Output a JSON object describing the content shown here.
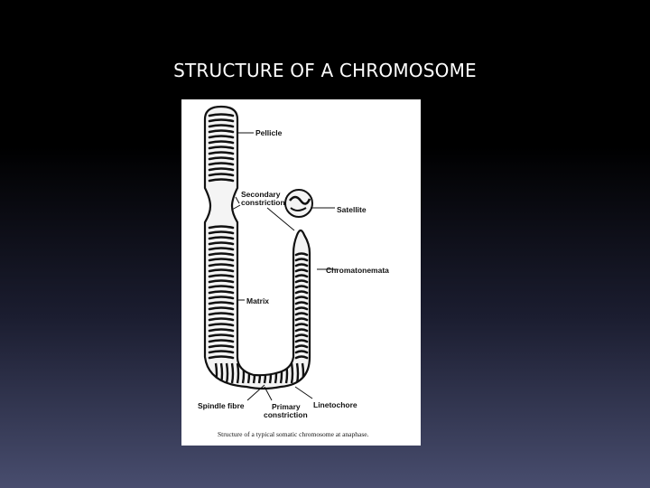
{
  "slide": {
    "title": "STRUCTURE OF A CHROMOSOME"
  },
  "diagram": {
    "labels": {
      "pellicle": "Pellicle",
      "secondary_constriction_line1": "Secondary",
      "secondary_constriction_line2": "constriction",
      "satellite": "Satellite",
      "chromatonemata": "Chromatonemata",
      "matrix": "Matrix",
      "spindle_fibre": "Spindle fibre",
      "primary_constriction_line1": "Primary",
      "primary_constriction_line2": "constriction",
      "linetochore": "Linetochore"
    },
    "caption": "Structure of a typical somatic chromosome at anaphase."
  }
}
